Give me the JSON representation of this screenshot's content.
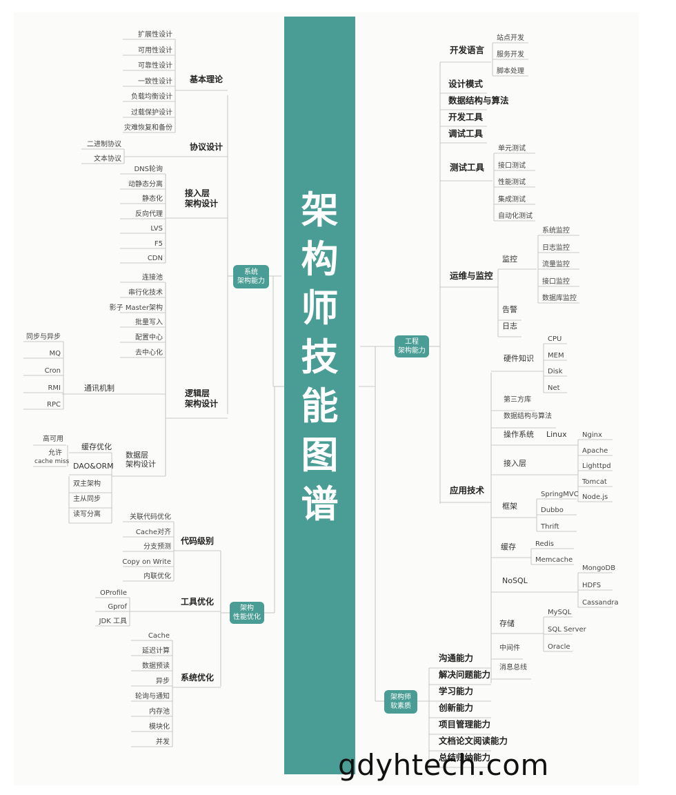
{
  "title": "架构师技能图谱",
  "watermark": "gdyhtech.com",
  "colors": {
    "accent": "#4a9d94",
    "line": "#c8c8c8",
    "background": "#fbfbf9"
  },
  "branches": {
    "system": {
      "hub": "系统\n架构能力",
      "basic_theory": {
        "label": "基本理论",
        "items": [
          "扩展性设计",
          "可用性设计",
          "可靠性设计",
          "一致性设计",
          "负载均衡设计",
          "过载保护设计",
          "灾难恢复和备份"
        ]
      },
      "protocol": {
        "label": "协议设计",
        "items": [
          "二进制协议",
          "文本协议"
        ]
      },
      "access": {
        "label": "接入层\n架构设计",
        "items": [
          "DNS轮询",
          "动静态分离",
          "静态化",
          "反向代理",
          "LVS",
          "F5",
          "CDN"
        ]
      },
      "logic": {
        "label": "逻辑层\n架构设计",
        "items": [
          "连接池",
          "串行化技术",
          "影子 Master架构",
          "批量写入",
          "配置中心",
          "去中心化"
        ],
        "comm": {
          "label": "通讯机制",
          "items": [
            "同步与异步",
            "MQ",
            "Cron",
            "RMI",
            "RPC"
          ]
        }
      },
      "data": {
        "label": "数据层\n架构设计",
        "cache": {
          "label": "缓存优化",
          "items": [
            "高可用",
            "允许",
            "cache miss"
          ]
        },
        "items": [
          "DAO&ORM",
          "双主架构",
          "主从同步",
          "读写分离"
        ]
      }
    },
    "performance": {
      "hub": "架构\n性能优化",
      "code": {
        "label": "代码级别",
        "items": [
          "关联代码优化",
          "Cache对齐",
          "分支预测",
          "Copy on Write",
          "内联优化"
        ]
      },
      "tools": {
        "label": "工具优化",
        "items": [
          "OProfile",
          "Gprof",
          "JDK 工具"
        ]
      },
      "system": {
        "label": "系统优化",
        "items": [
          "Cache",
          "延迟计算",
          "数据预读",
          "异步",
          "轮询与通知",
          "内存池",
          "模块化",
          "并发"
        ]
      }
    },
    "engineering": {
      "hub": "工程\n架构能力",
      "dev_lang": {
        "label": "开发语言",
        "items": [
          "站点开发",
          "服务开发",
          "脚本处理"
        ]
      },
      "singles": [
        "设计模式",
        "数据结构与算法",
        "开发工具",
        "调试工具"
      ],
      "testing": {
        "label": "测试工具",
        "items": [
          "单元测试",
          "接口测试",
          "性能测试",
          "集成测试",
          "自动化测试"
        ]
      },
      "ops": {
        "label": "运维与监控",
        "monitor": {
          "label": "监控",
          "items": [
            "系统监控",
            "日志监控",
            "流量监控",
            "接口监控",
            "数据库监控"
          ]
        },
        "alert": "告警",
        "log": "日志"
      },
      "app": {
        "label": "应用技术",
        "hardware": {
          "label": "硬件知识",
          "items": [
            "CPU",
            "MEM",
            "Disk",
            "Net"
          ]
        },
        "third_party": "第三方库",
        "algo": "数据结构与算法",
        "os": {
          "label": "操作系统",
          "value": "Linux"
        },
        "access": {
          "label": "接入层",
          "items": [
            "Nginx",
            "Apache",
            "Lighttpd",
            "Tomcat",
            "Node.js"
          ]
        },
        "framework": {
          "label": "框架",
          "items": [
            "SpringMVC",
            "Dubbo",
            "Thrift"
          ]
        },
        "cache": {
          "label": "缓存",
          "items": [
            "Redis",
            "Memcache"
          ]
        },
        "nosql": {
          "label": "NoSQL",
          "items": [
            "MongoDB",
            "HDFS",
            "Cassandra"
          ]
        },
        "storage": {
          "label": "存储",
          "items": [
            "MySQL",
            "SQL Server",
            "Oracle"
          ]
        },
        "middleware": "中间件",
        "bus": "消息总线"
      }
    },
    "soft": {
      "hub": "架构师\n软素质",
      "items": [
        "沟通能力",
        "解决问题能力",
        "学习能力",
        "创新能力",
        "项目管理能力",
        "文档论文阅读能力",
        "总结归纳能力"
      ]
    }
  }
}
